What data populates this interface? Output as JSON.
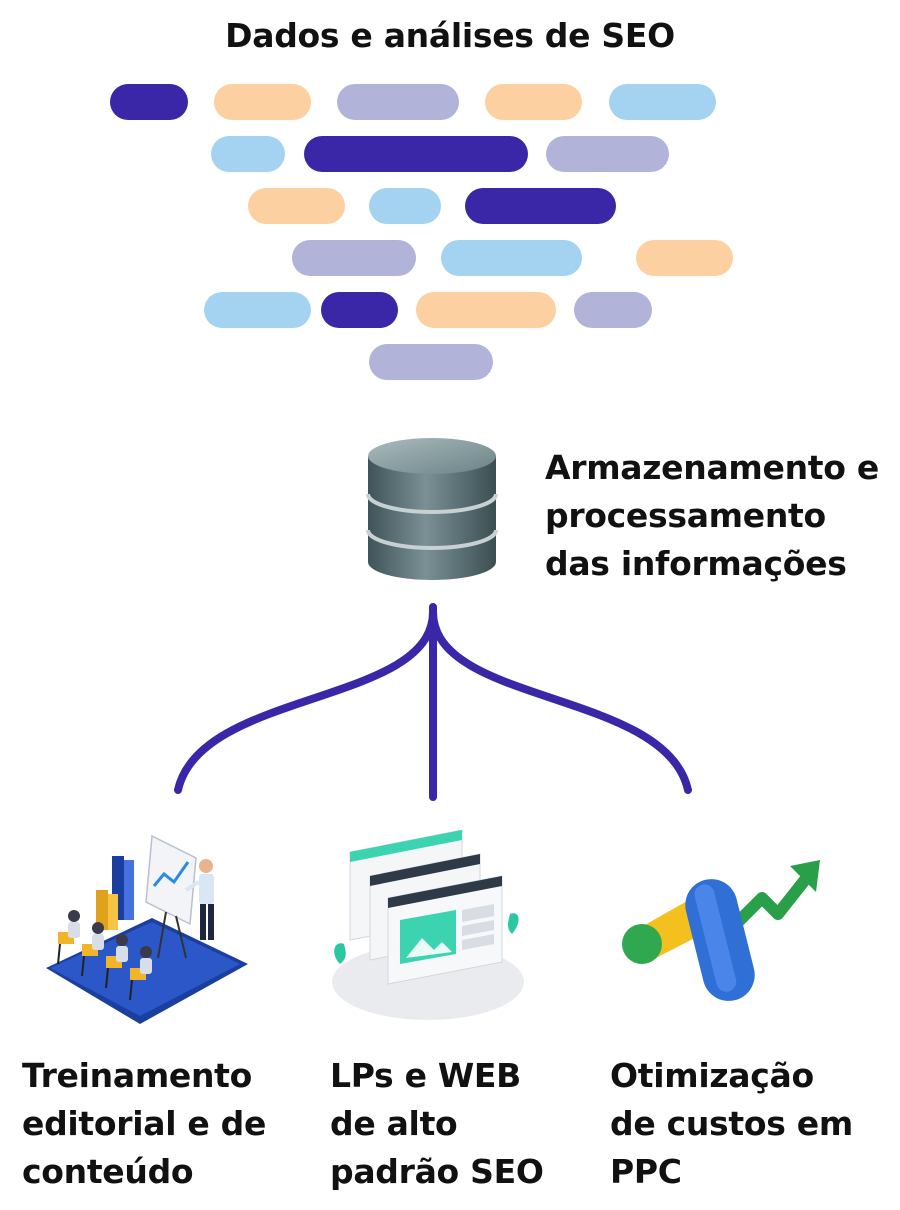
{
  "title": "Dados e análises de SEO",
  "colors": {
    "indigo": "#3a27a8",
    "peach": "#fdd0a2",
    "lavender": "#b1b3d9",
    "skyblue": "#a3d3f1",
    "connector": "#3a27a8"
  },
  "pill_rows": [
    [
      "indigo",
      "peach",
      "lavender",
      "peach",
      "skyblue"
    ],
    [
      "skyblue",
      "indigo",
      "lavender"
    ],
    [
      "peach",
      "skyblue",
      "indigo"
    ],
    [
      "lavender",
      "skyblue",
      "peach"
    ],
    [
      "skyblue",
      "indigo",
      "peach",
      "lavender"
    ],
    [
      "lavender"
    ]
  ],
  "storage": {
    "icon": "database-icon",
    "label_lines": [
      "Armazenamento e",
      "processamento",
      "das informações"
    ]
  },
  "outputs": [
    {
      "icon": "training-presentation-icon",
      "label_lines": [
        "Treinamento",
        "editorial e de",
        "conteúdo"
      ]
    },
    {
      "icon": "web-pages-icon",
      "label_lines": [
        "LPs e WEB",
        "de alto",
        "padrão SEO"
      ]
    },
    {
      "icon": "google-ads-icon",
      "label_lines": [
        "Otimização",
        "de custos em",
        "PPC"
      ]
    }
  ]
}
